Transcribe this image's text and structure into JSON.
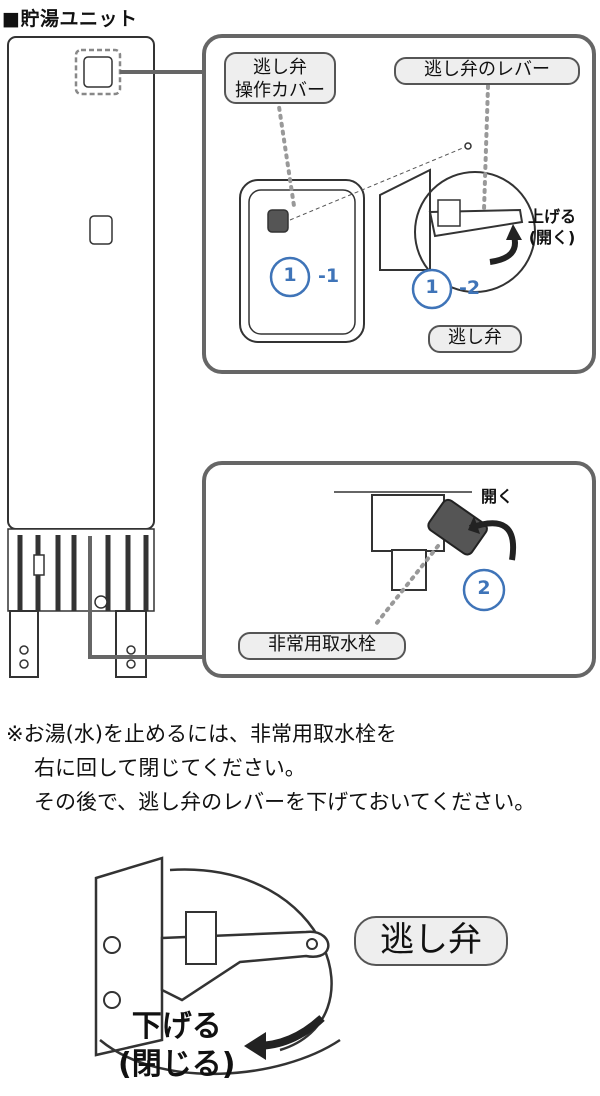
{
  "title": "■貯湯ユニット",
  "labels": {
    "cover_line1": "逃し弁",
    "cover_line2": "操作カバー",
    "lever": "逃し弁のレバー",
    "raise_line1": "上げる",
    "raise_line2": "(開く)",
    "valve": "逃し弁",
    "open": "開く",
    "emergency_tap": "非常用取水栓",
    "lower_line1": "下げる",
    "lower_line2": "(閉じる)",
    "valve_large": "逃し弁"
  },
  "steps": {
    "step1a_num": "1",
    "step1a_suffix": "-1",
    "step1b_num": "1",
    "step1b_suffix": "-2",
    "step2_num": "2"
  },
  "note": {
    "line1": "※お湯(水)を止めるには、非常用取水栓を",
    "line2": "右に回して閉じてください。",
    "line3": "その後で、逃し弁のレバーを下げておいてください。"
  },
  "colors": {
    "step_circle": "#3f74b8",
    "frame": "#666666",
    "dots": "#999999"
  }
}
